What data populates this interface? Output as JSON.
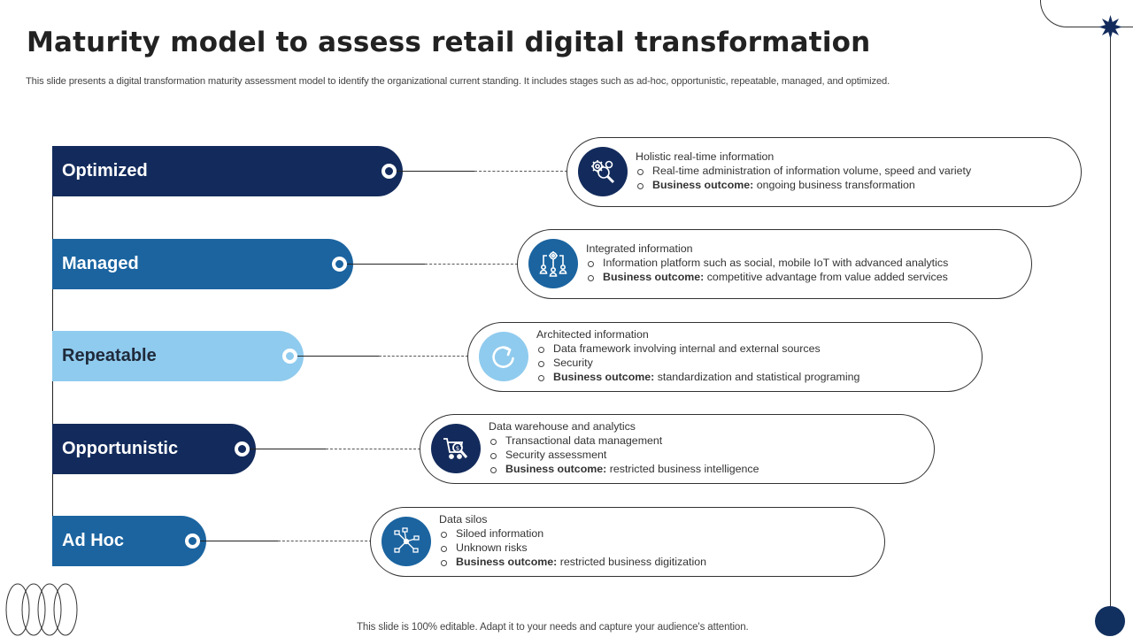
{
  "header": {
    "title": "Maturity model to assess retail digital transformation",
    "subtitle": "This slide presents a digital transformation maturity assessment model to identify the organizational current standing. It includes stages such as ad-hoc, opportunistic, repeatable, managed, and optimized."
  },
  "colors": {
    "navy": "#132b5c",
    "medium_blue": "#1b64a0",
    "light_blue": "#8fcbee"
  },
  "stages": [
    {
      "label": "Optimized",
      "color": "#132b5c",
      "icon": "gears-magnifier-icon",
      "heading": "Holistic real-time information",
      "bullets": [
        {
          "bold": "",
          "text": "Real-time administration of information volume,  speed and variety"
        },
        {
          "bold": "Business  outcome:",
          "text": " ongoing business transformation"
        }
      ]
    },
    {
      "label": "Managed",
      "color": "#1b64a0",
      "icon": "org-network-gear-icon",
      "heading": "Integrated  information",
      "bullets": [
        {
          "bold": "",
          "text": "Information  platform  such as social, mobile IoT  with advanced  analytics"
        },
        {
          "bold": "Business  outcome:",
          "text": " competitive  advantage  from value  added services"
        }
      ]
    },
    {
      "label": "Repeatable",
      "color": "#8fcbee",
      "icon": "refresh-cycle-icon",
      "heading": "Architected information",
      "bullets": [
        {
          "bold": "",
          "text": "Data framework  involving  internal and external sources"
        },
        {
          "bold": "",
          "text": "Security"
        },
        {
          "bold": "Business  outcome:",
          "text": " standardization  and statistical programing"
        }
      ]
    },
    {
      "label": "Opportunistic",
      "color": "#132b5c",
      "icon": "cart-dollar-search-icon",
      "heading": "Data warehouse  and analytics",
      "bullets": [
        {
          "bold": "",
          "text": "Transactional  data management"
        },
        {
          "bold": "",
          "text": "Security assessment"
        },
        {
          "bold": "Business  outcome:",
          "text": " restricted  business intelligence"
        }
      ]
    },
    {
      "label": "Ad Hoc",
      "color": "#1b64a0",
      "icon": "network-nodes-icon",
      "heading": "Data  silos",
      "bullets": [
        {
          "bold": "",
          "text": "Siloed information"
        },
        {
          "bold": "",
          "text": "Unknown  risks"
        },
        {
          "bold": "Business  outcome:",
          "text": " restricted  business digitization"
        }
      ]
    }
  ],
  "footer": {
    "note": "This slide is 100% editable. Adapt it to your needs and capture your audience's attention."
  }
}
